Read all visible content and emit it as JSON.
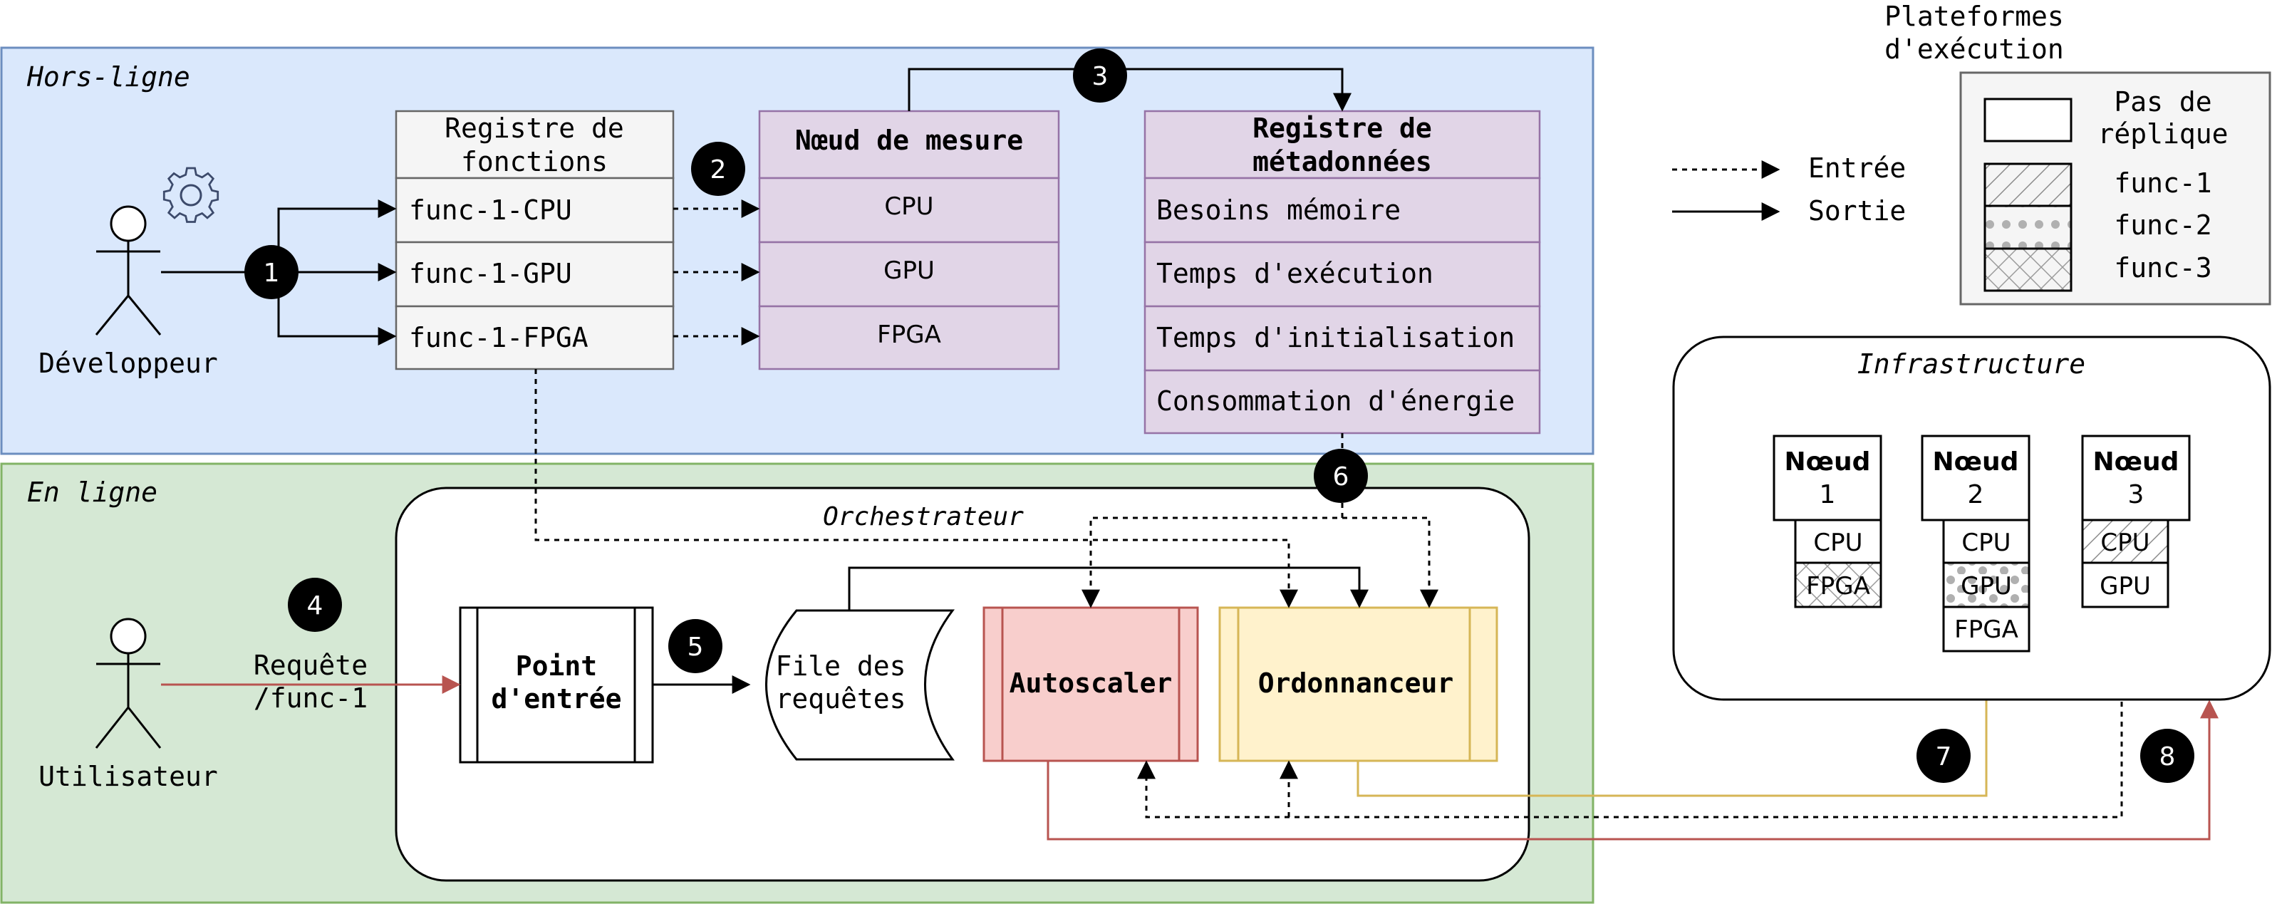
{
  "zones": {
    "offline": "Hors-ligne",
    "online": "En ligne"
  },
  "actors": {
    "developer": "Développeur",
    "user": "Utilisateur"
  },
  "registry": {
    "header_line1": "Registre de",
    "header_line2": "fonctions",
    "rows": [
      "func-1-CPU",
      "func-1-GPU",
      "func-1-FPGA"
    ]
  },
  "measure_node": {
    "header": "Nœud de mesure",
    "rows": [
      "CPU",
      "GPU",
      "FPGA"
    ]
  },
  "metadata_registry": {
    "header_line1": "Registre de",
    "header_line2": "métadonnées",
    "rows": [
      "Besoins mémoire",
      "Temps d'exécution",
      "Temps d'initialisation",
      "Consommation d'énergie"
    ]
  },
  "legend": {
    "title_line1": "Plateformes",
    "title_line2": "d'exécution",
    "entree": "Entrée",
    "sortie": "Sortie",
    "no_replica_line1": "Pas de",
    "no_replica_line2": "réplique",
    "func1": "func-1",
    "func2": "func-2",
    "func3": "func-3"
  },
  "infrastructure": {
    "title": "Infrastructure",
    "nodes": [
      {
        "title_line1": "Nœud",
        "title_line2": "1",
        "platforms": [
          "CPU",
          "FPGA"
        ]
      },
      {
        "title_line1": "Nœud",
        "title_line2": "2",
        "platforms": [
          "CPU",
          "GPU",
          "FPGA"
        ]
      },
      {
        "title_line1": "Nœud",
        "title_line2": "3",
        "platforms": [
          "CPU",
          "GPU"
        ]
      }
    ]
  },
  "orchestrator": {
    "title": "Orchestrateur",
    "entry_line1": "Point",
    "entry_line2": "d'entrée",
    "queue_line1": "File des",
    "queue_line2": "requêtes",
    "autoscaler": "Autoscaler",
    "scheduler": "Ordonnanceur"
  },
  "request": {
    "line1": "Requête",
    "line2": "/func-1"
  },
  "steps": [
    "1",
    "2",
    "3",
    "4",
    "5",
    "6",
    "7",
    "8"
  ],
  "colors": {
    "offline_bg": "#dae8fc",
    "offline_border": "#6c8ebf",
    "online_bg": "#d5e8d4",
    "online_border": "#82b366",
    "registry_fill": "#f5f5f5",
    "purple_fill": "#e1d5e7",
    "purple_border": "#9673a6",
    "autoscaler_fill": "#f8cecc",
    "autoscaler_border": "#b85450",
    "scheduler_fill": "#fff2cc",
    "scheduler_border": "#d6b656",
    "request_arrow": "#b85450",
    "schedule_arrow": "#d6b656"
  },
  "icons": {
    "developer_gear": "gear-icon",
    "actor": "stick-figure-icon"
  }
}
